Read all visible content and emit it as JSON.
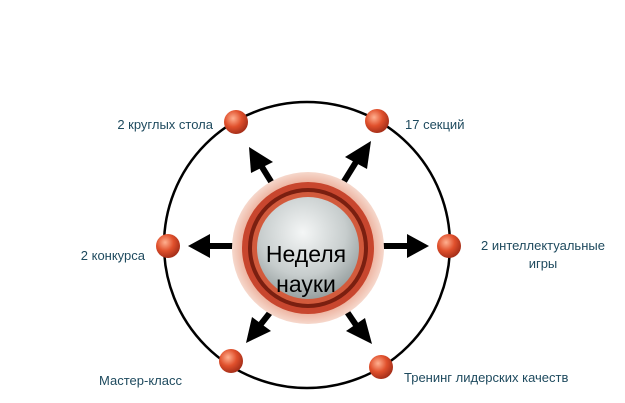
{
  "center": {
    "line1": "Неделя",
    "line2": "науки"
  },
  "nodes": [
    {
      "id": "round-tables",
      "label": "2 круглых стола"
    },
    {
      "id": "sections",
      "label": "17 секций"
    },
    {
      "id": "contests",
      "label": "2 конкурса"
    },
    {
      "id": "intellectual-games",
      "label_line1": "2 интеллектуальные",
      "label_line2": "игры"
    },
    {
      "id": "master-class",
      "label": "Мастер-класс"
    },
    {
      "id": "leadership-training",
      "label": "Тренинг лидерских качеств"
    }
  ],
  "colors": {
    "label_text": "#1e4a5e",
    "node_fill": "#e0502c",
    "node_dark": "#a8301a",
    "orbit_stroke": "#000000",
    "arrow_fill": "#000000",
    "center_outer": "#c8462e",
    "center_light": "#e9a48e",
    "center_glass": "#c7cdcd"
  }
}
